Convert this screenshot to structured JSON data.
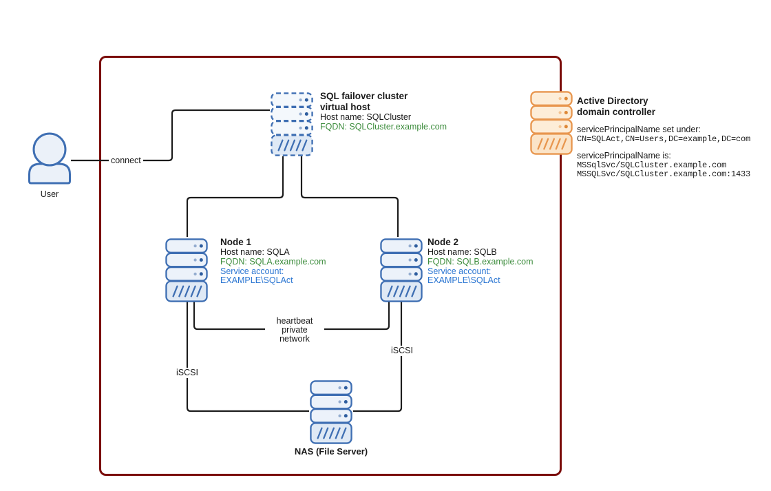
{
  "colors": {
    "border-red": "#7A0B09",
    "server-blue": "#3F6FB3",
    "server-orange": "#E8964E",
    "text-green": "#3C8C3C",
    "text-blue": "#2B76D2",
    "line": "#1C1C1C"
  },
  "user": {
    "label": "User"
  },
  "connections": {
    "connect": "connect",
    "heartbeat_line1": "heartbeat",
    "heartbeat_line2": "private",
    "heartbeat_line3": "network",
    "iscsi_left": "iSCSI",
    "iscsi_right": "iSCSI"
  },
  "cluster": {
    "title1": "SQL failover cluster",
    "title2": "virtual host",
    "host": "Host name: SQLCluster",
    "fqdn": "FQDN: SQLCluster.example.com"
  },
  "node1": {
    "title": "Node 1",
    "host": "Host name: SQLA",
    "fqdn": "FQDN: SQLA.example.com",
    "service1": "Service account:",
    "service2": "EXAMPLE\\SQLAct"
  },
  "node2": {
    "title": "Node 2",
    "host": "Host name: SQLB",
    "fqdn": "FQDN: SQLB.example.com",
    "service1": "Service account:",
    "service2": "EXAMPLE\\SQLAct"
  },
  "nas": {
    "label": "NAS (File Server)"
  },
  "ad": {
    "title1": "Active Directory",
    "title2": "domain controller",
    "spn_set_label": "servicePrincipalName set under:",
    "spn_location": "CN=SQLAct,CN=Users,DC=example,DC=com",
    "spn_is_label": "servicePrincipalName is:",
    "spn_value1": "MSSqlSvc/SQLCluster.example.com",
    "spn_value2": "MSSQLSvc/SQLCluster.example.com:1433"
  }
}
